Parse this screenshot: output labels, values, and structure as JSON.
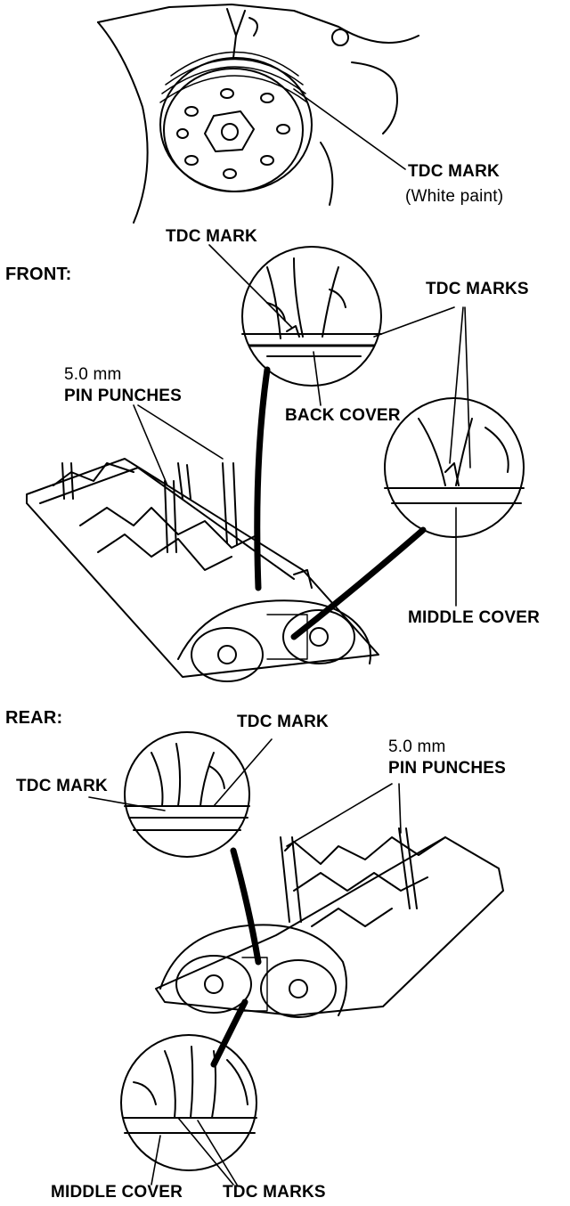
{
  "labels": {
    "top_tdc_mark": "TDC MARK",
    "top_white_paint": "(White paint)",
    "front_heading": "FRONT:",
    "front_tdc_mark": "TDC MARK",
    "front_tdc_marks": "TDC MARKS",
    "front_pin_size": "5.0 mm",
    "front_pin_punches": "PIN PUNCHES",
    "back_cover": "BACK COVER",
    "front_middle_cover": "MIDDLE COVER",
    "rear_heading": "REAR:",
    "rear_tdc_mark_top": "TDC MARK",
    "rear_tdc_mark_left": "TDC MARK",
    "rear_pin_size": "5.0 mm",
    "rear_pin_punches": "PIN PUNCHES",
    "rear_middle_cover": "MIDDLE COVER",
    "rear_tdc_marks": "TDC MARKS"
  }
}
